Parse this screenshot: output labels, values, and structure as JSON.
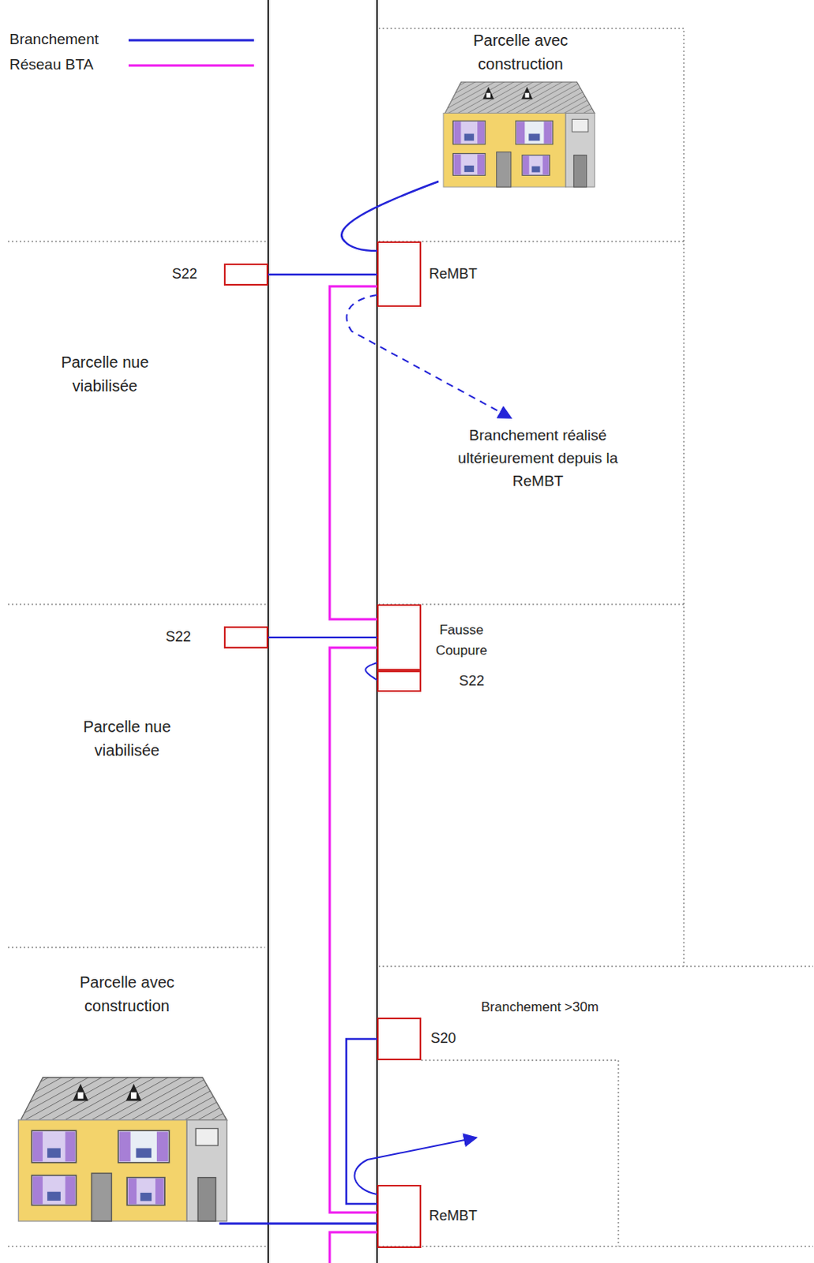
{
  "diagram": {
    "nodes": [
      {
        "text": [
          "S22"
        ]
      },
      {
        "text": [
          "ReMBT"
        ]
      },
      {
        "text": [
          "S22"
        ]
      },
      {
        "text": [
          "Fausse Coupure"
        ]
      },
      {
        "text": [
          "S22"
        ]
      },
      {
        "text": [
          "S20"
        ]
      },
      {
        "text": [
          "ReMBT"
        ]
      }
    ],
    "edges": [
      {
        "from": 0,
        "to": 1,
        "arrow": "none"
      },
      {
        "from": 1,
        "to": 3,
        "arrow": "none"
      },
      {
        "from": 2,
        "to": 3,
        "arrow": "none"
      },
      {
        "from": 3,
        "to": 4,
        "arrow": "none"
      },
      {
        "from": 3,
        "to": 6,
        "arrow": "none"
      },
      {
        "from": 5,
        "to": 6,
        "arrow": "none"
      }
    ],
    "labels": [
      "Parcelle avec construction",
      "Parcelle nue viabilisée",
      "Branchement réalisé ultérieurement depuis la ReMBT",
      "Parcelle nue viabilisée",
      "Parcelle avec construction",
      "Branchement >30m"
    ],
    "legend": [
      {
        "text": "Branchement"
      },
      {
        "text": "Réseau BTA"
      }
    ]
  }
}
